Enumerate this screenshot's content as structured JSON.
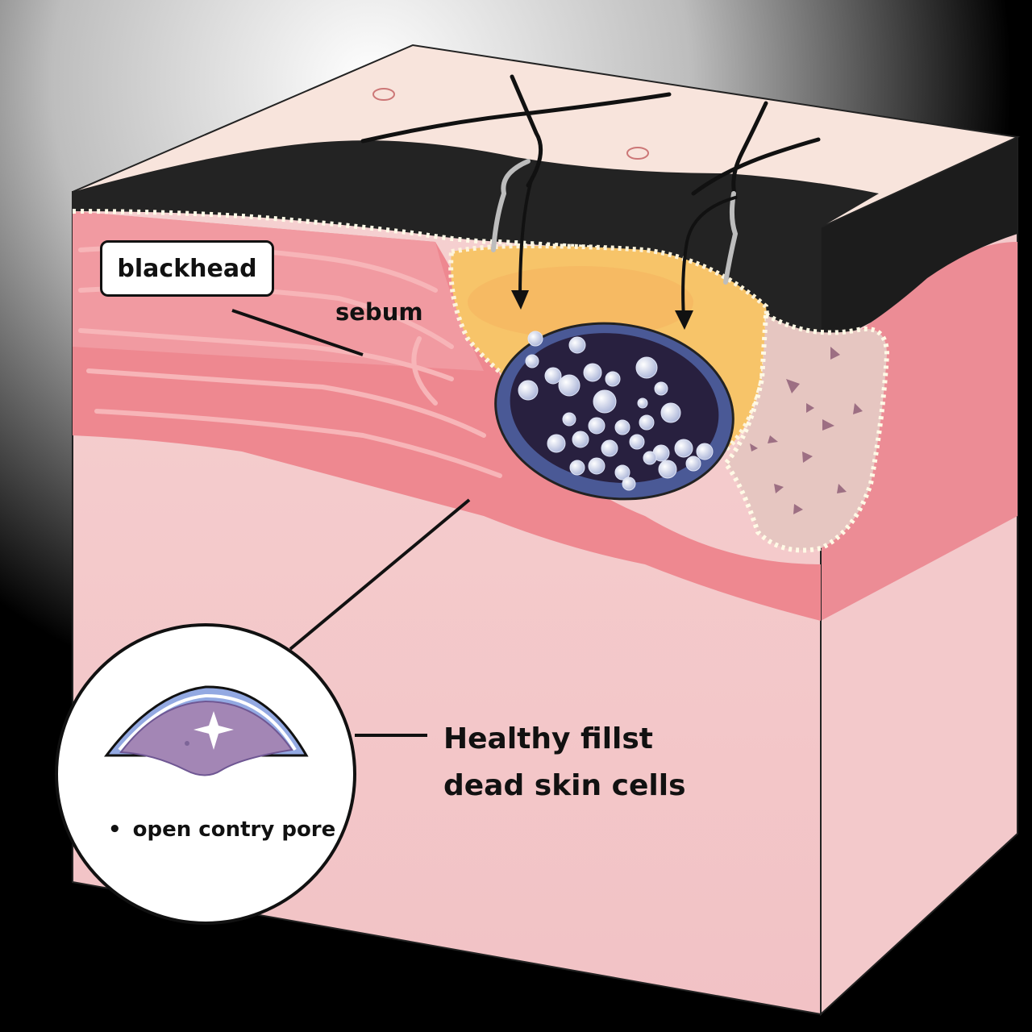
{
  "labels": {
    "blackhead": "blackhead",
    "sebum": "sebum",
    "main_line1": "Healthy fillst",
    "main_line2": "dead skin cells",
    "inset": "open contry pore"
  },
  "colors": {
    "background": "#000000",
    "skin_top": "#f9e2da",
    "skin_side": "#f7cfd0",
    "dermis": "#ee8a93",
    "epidermis_dark": "#1e1e1e",
    "sebum": "#f6c46c",
    "plug": "#2a2244",
    "plug_rim": "#4c5996",
    "cells": "#e8c9c4"
  }
}
